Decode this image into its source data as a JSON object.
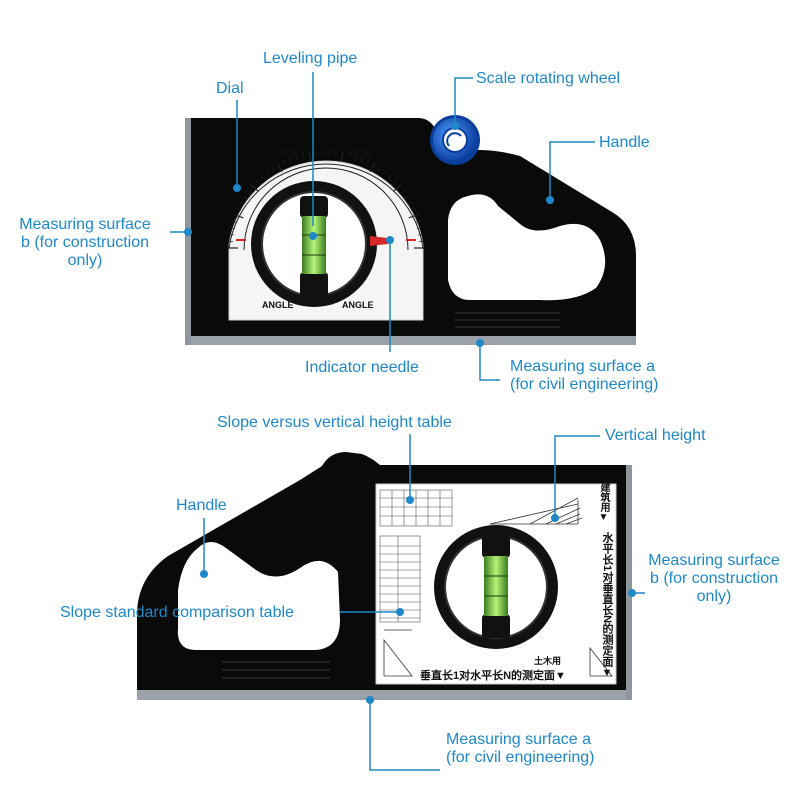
{
  "colors": {
    "callout": "#1e88c8",
    "body": "#0b0b0b",
    "wheel": "#1565c0",
    "vial": "#9ae65a"
  },
  "top_device": {
    "labels": {
      "leveling_pipe": "Leveling pipe",
      "dial": "Dial",
      "scale_wheel": "Scale rotating wheel",
      "handle": "Handle",
      "surface_b_1": "Measuring surface",
      "surface_b_2": "b (for construction",
      "surface_b_3": "only)",
      "indicator": "Indicator needle",
      "surface_a_1": "Measuring surface a",
      "surface_a_2": "(for civil engineering)"
    },
    "dial_text": {
      "rise_left": "RISE",
      "rise_right": "RISE",
      "angle_left": "ANGLE",
      "angle_right": "ANGLE"
    }
  },
  "bottom_device": {
    "labels": {
      "slope_table": "Slope versus vertical height table",
      "vertical_height": "Vertical height",
      "handle": "Handle",
      "surface_b_1": "Measuring surface",
      "surface_b_2": "b (for construction",
      "surface_b_3": "only)",
      "slope_compare": "Slope standard comparison table",
      "surface_a_1": "Measuring surface a",
      "surface_a_2": "(for civil engineering)"
    },
    "plate_text": {
      "side_vertical": "水平长1对垂直长N的测定面▼",
      "bottom": "垂直长1对水平长N的测定面▼",
      "civil": "土木用",
      "construction": "建筑用▼"
    }
  }
}
